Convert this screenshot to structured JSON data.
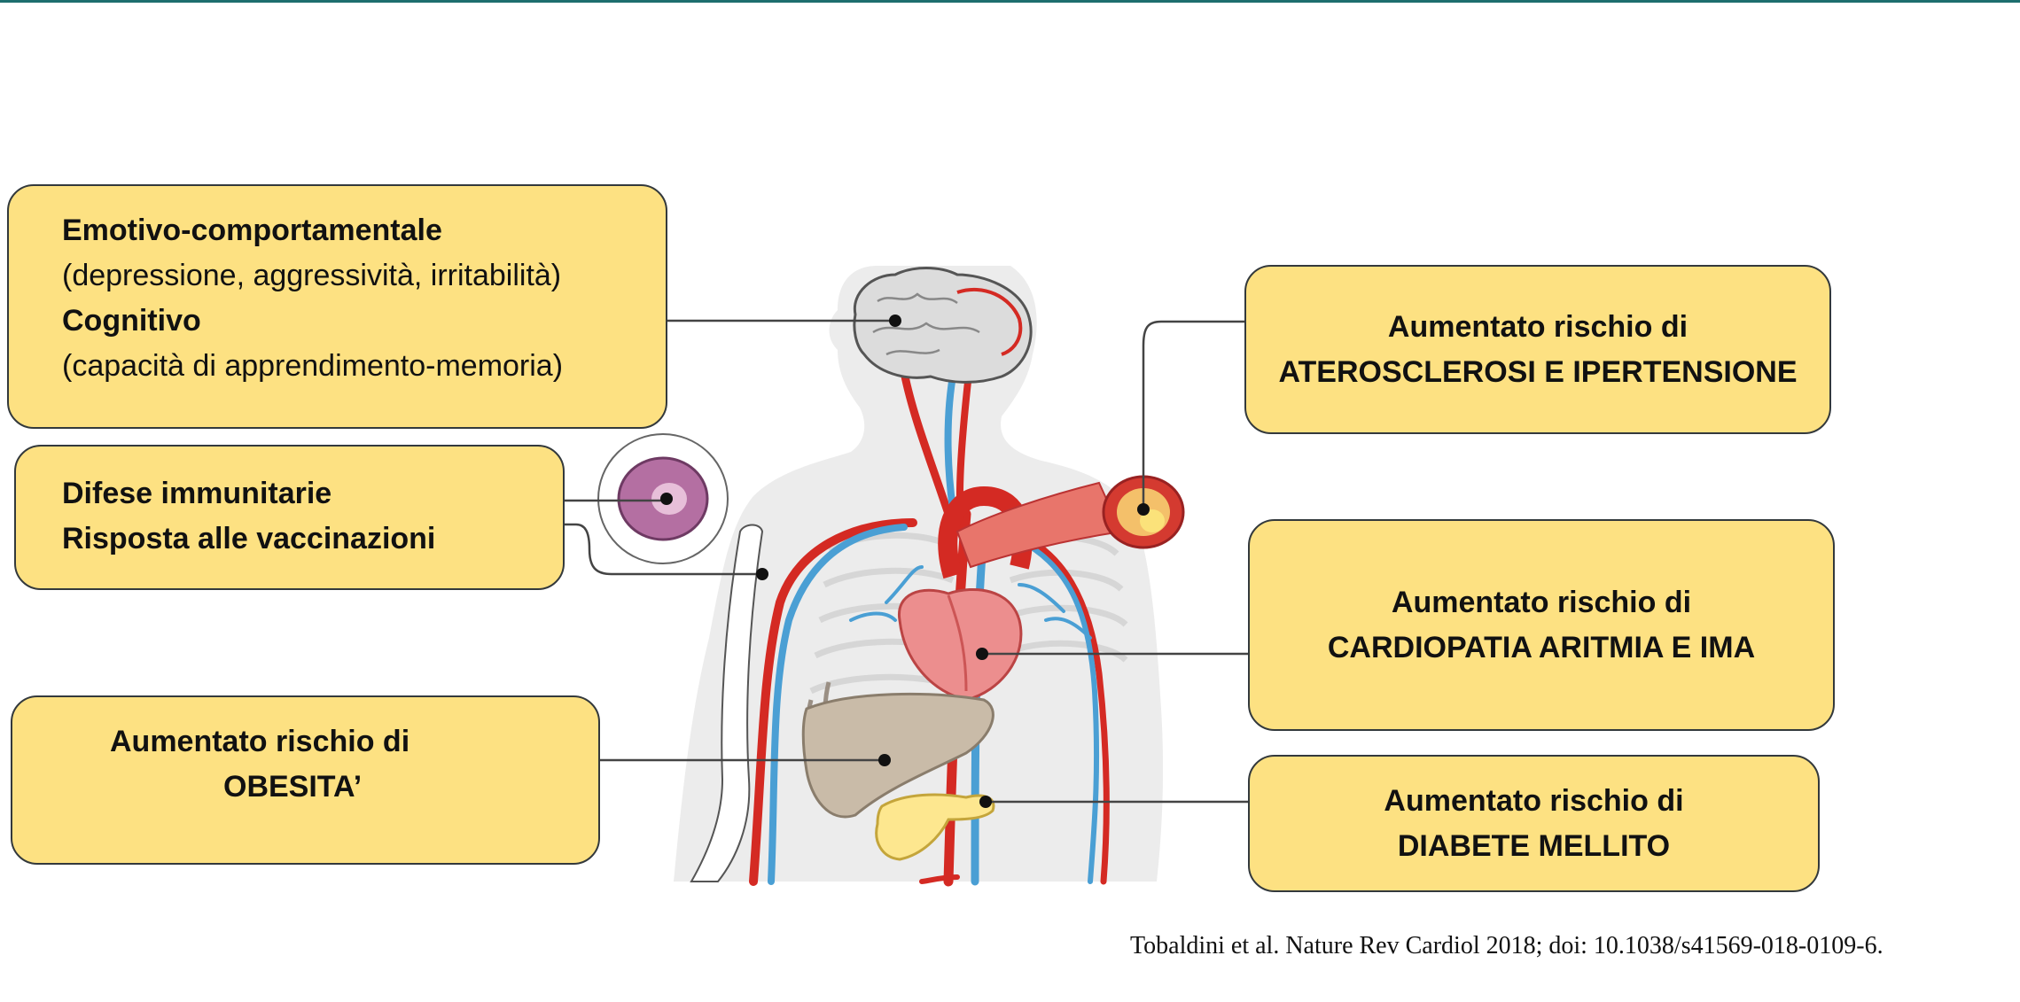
{
  "boxes": {
    "brain": {
      "line1": "Emotivo-comportamentale",
      "line2": "(depressione, aggressività, irritabilità)",
      "line3": "Cognitivo",
      "line4": "(capacità di apprendimento-memoria)"
    },
    "immune": {
      "line1": "Difese immunitarie",
      "line2": "Risposta alle vaccinazioni"
    },
    "obesity": {
      "line1": "Aumentato rischio di",
      "line2": "OBESITA’"
    },
    "athero": {
      "line1": "Aumentato rischio di",
      "line2": "ATEROSCLEROSI E IPERTENSIONE"
    },
    "cardio": {
      "line1": "Aumentato rischio di",
      "line2": "CARDIOPATIA ARITMIA E IMA"
    },
    "diabetes": {
      "line1": "Aumentato rischio di",
      "line2": "DIABETE MELLITO"
    }
  },
  "citation": "Tobaldini et al. Nature Rev Cardiol 2018; doi: 10.1038/s41569-018-0109-6.",
  "colors": {
    "box_fill": "#fde182",
    "box_border": "#33393c",
    "artery": "#d42a23",
    "vein": "#4a9fd4",
    "silhouette": "#ececec"
  }
}
